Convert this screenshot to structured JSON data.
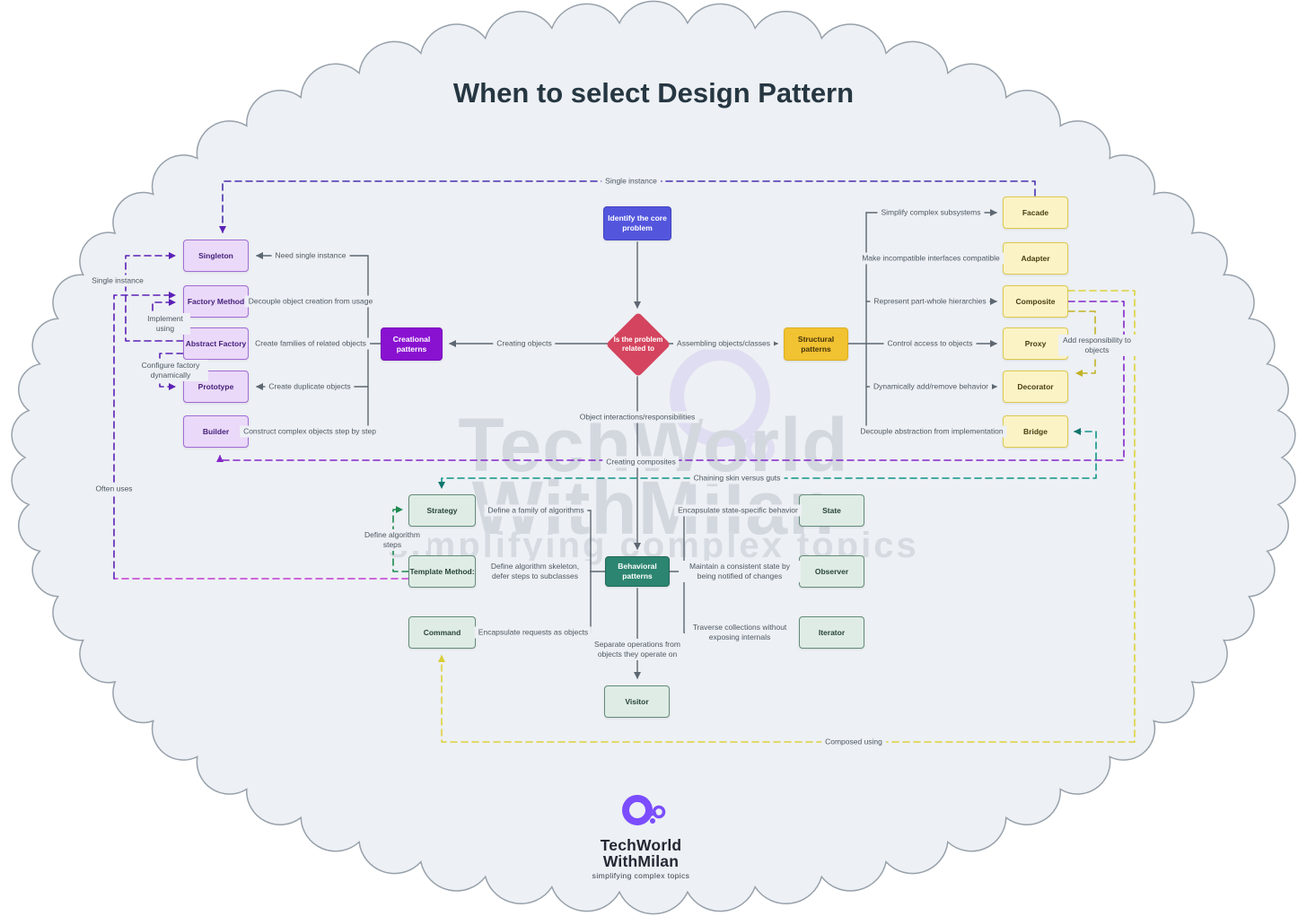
{
  "title": "When to select Design Pattern",
  "flow": {
    "start": "Identify the core problem",
    "decision": "Is the problem related to",
    "edges": {
      "creating_objects": "Creating objects",
      "assembling": "Assembling objects/classes",
      "interactions": "Object interactions/responsibilities",
      "separate_operations": "Separate operations from objects they operate on"
    }
  },
  "groups": {
    "creational": {
      "label": "Creational patterns",
      "items": [
        {
          "name": "Singleton",
          "when": "Need single instance"
        },
        {
          "name": "Factory Method",
          "when": "Decouple object creation from usage"
        },
        {
          "name": "Abstract Factory",
          "when": "Create families of related objects"
        },
        {
          "name": "Prototype",
          "when": "Create duplicate objects"
        },
        {
          "name": "Builder",
          "when": "Construct complex objects step by step"
        }
      ]
    },
    "structural": {
      "label": "Structural patterns",
      "items": [
        {
          "name": "Facade",
          "when": "Simplify complex subsystems"
        },
        {
          "name": "Adapter",
          "when": "Make incompatible interfaces compatible"
        },
        {
          "name": "Composite",
          "when": "Represent part-whole hierarchies"
        },
        {
          "name": "Proxy",
          "when": "Control access to objects"
        },
        {
          "name": "Decorator",
          "when": "Dynamically add/remove behavior"
        },
        {
          "name": "Bridge",
          "when": "Decouple abstraction from implementation"
        }
      ]
    },
    "behavioral": {
      "label": "Behavioral patterns",
      "items_left": [
        {
          "name": "Strategy",
          "when": "Define a family of algorithms"
        },
        {
          "name": "Template Method:",
          "when": "Define algorithm skeleton, defer steps to subclasses"
        },
        {
          "name": "Command",
          "when": "Encapsulate requests as objects"
        }
      ],
      "items_right": [
        {
          "name": "State",
          "when": "Encapsulate state-specific behavior"
        },
        {
          "name": "Observer",
          "when": "Maintain a consistent state by being notified of changes"
        },
        {
          "name": "Iterator",
          "when": "Traverse collections without exposing internals"
        }
      ],
      "visitor": {
        "name": "Visitor"
      }
    }
  },
  "relations": {
    "single_instance_top": "Single instance",
    "single_instance_left": "Single instance",
    "implement_using": "Implement using",
    "configure_factory": "Configure factory dynamically",
    "often_uses": "Often uses",
    "creating_composites": "Creating composites",
    "chaining": "Chaining skin versus guts",
    "add_responsibility": "Add responsibility to objects",
    "composed_using": "Composed using",
    "define_algorithm_steps": "Define algorithm steps"
  },
  "watermark": {
    "line1": "TechWorld",
    "line2": "WithMilan",
    "line3": "simplifying complex topics"
  },
  "logo": {
    "name_top": "TechWorld",
    "name_bottom": "WithMilan",
    "tagline": "simplifying complex topics"
  },
  "colors": {
    "start_accent": "#5356dd",
    "decision_accent": "#d4445e",
    "creational_accent": "#8912d1",
    "structural_accent": "#f1c232",
    "behavioral_accent": "#2c8570"
  }
}
